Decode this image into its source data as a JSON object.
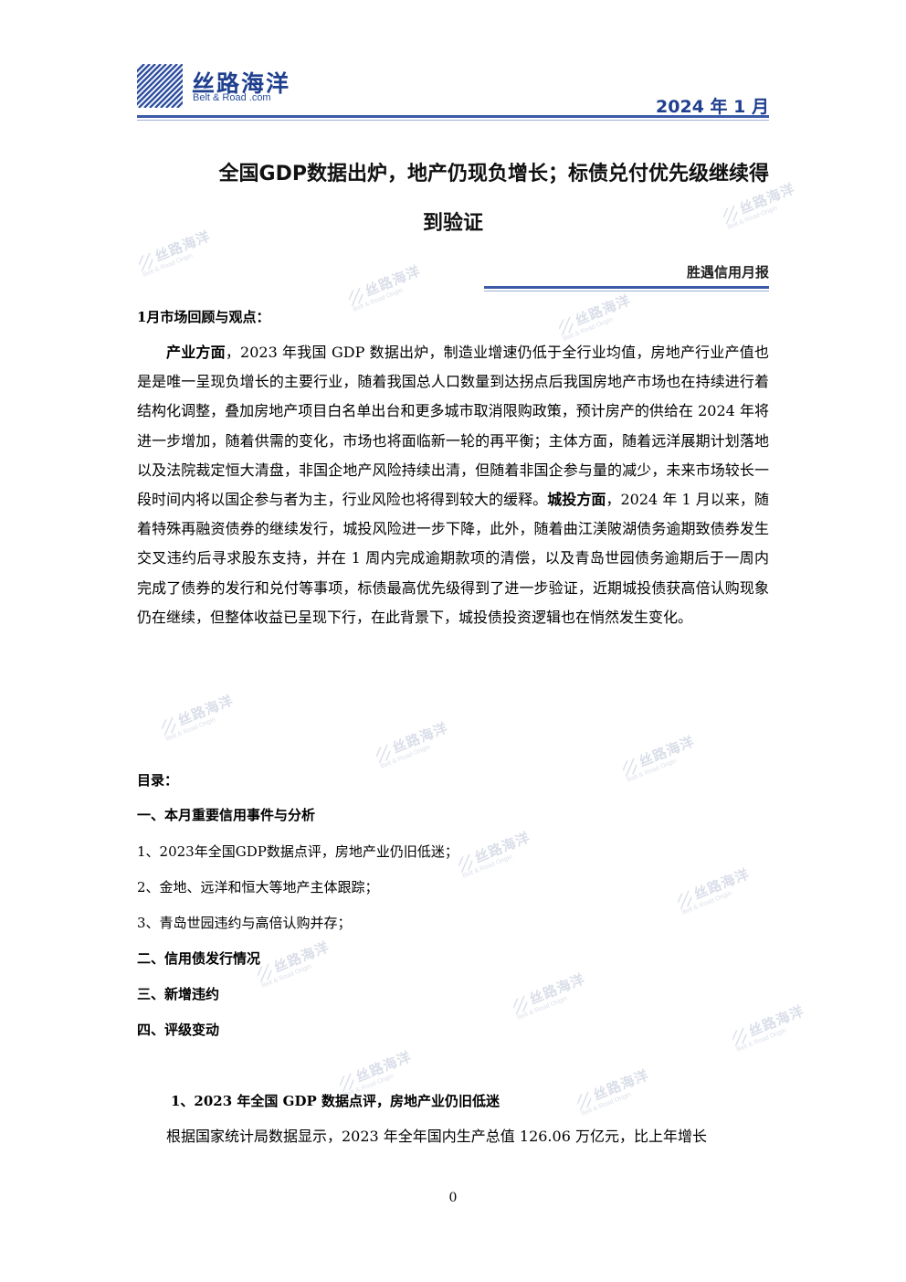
{
  "header": {
    "logo_cn": "丝路海洋",
    "logo_en": "Belt & Road .com",
    "report_date": "2024 年 1 月",
    "brand_color": "#1f3f8f"
  },
  "title": {
    "line1": "全国GDP数据出炉，地产仍现负增长；标债兑付优先级继续得",
    "line2": "到验证",
    "subtitle": "胜遇信用月报"
  },
  "review": {
    "heading": "1月市场回顾与观点：",
    "segments": [
      {
        "text": "产业方面",
        "bold": true
      },
      {
        "text": "，2023 年我国 GDP 数据出炉，制造业增速仍低于全行业均值，房地产行业产值也是是唯一呈现负增长的主要行业，随着我国总人口数量到达拐点后我国房地产市场也在持续进行着结构化调整，叠加房地产项目白名单出台和更多城市取消限购政策，预计房产的供给在 2024 年将进一步增加，随着供需的变化，市场也将面临新一轮的再平衡；主体方面，随着远洋展期计划落地以及法院裁定恒大清盘，非国企地产风险持续出清，但随着非国企参与量的减少，未来市场较长一段时间内将以国企参与者为主，行业风险也将得到较大的缓释。",
        "bold": false
      },
      {
        "text": "城投方面",
        "bold": true
      },
      {
        "text": "，2024 年 1 月以来，随着特殊再融资债券的继续发行，城投风险进一步下降，此外，随着曲江渼陂湖债务逾期致债券发生交叉违约后寻求股东支持，并在 1 周内完成逾期款项的清偿，以及青岛世园债务逾期后于一周内完成了债券的发行和兑付等事项，标债最高优先级得到了进一步验证，近期城投债获高倍认购现象仍在继续，但整体收益已呈现下行，在此背景下，城投债投资逻辑也在悄然发生变化。",
        "bold": false
      }
    ]
  },
  "toc": {
    "label": "目录：",
    "items": [
      {
        "text": "一、本月重要信用事件与分析",
        "bold": true
      },
      {
        "text": "1、2023年全国GDP数据点评，房地产业仍旧低迷；",
        "bold": false
      },
      {
        "text": "2、金地、远洋和恒大等地产主体跟踪；",
        "bold": false
      },
      {
        "text": "3、青岛世园违约与高倍认购并存；",
        "bold": false
      },
      {
        "text": "二、信用债发行情况",
        "bold": true
      },
      {
        "text": "三、新增违约",
        "bold": true
      },
      {
        "text": "四、评级变动",
        "bold": true
      }
    ]
  },
  "section1": {
    "heading": "1、2023 年全国 GDP 数据点评，房地产业仍旧低迷",
    "first_line": "根据国家统计局数据显示，2023 年全年国内生产总值 126.06 万亿元，比上年增长"
  },
  "footer": {
    "page_number": "0"
  },
  "watermark": {
    "cn": "丝路海洋",
    "en": "Belt & Road Origin"
  }
}
